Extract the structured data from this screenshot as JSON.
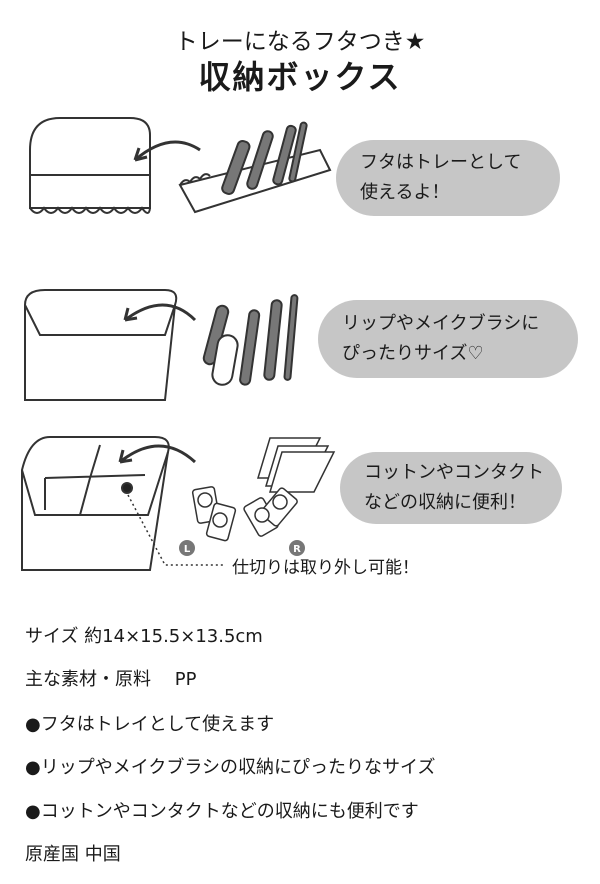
{
  "header": {
    "subtitle": "トレーになるフタつき★",
    "title": "収納ボックス"
  },
  "bubbles": [
    {
      "line1": "フタはトレーとして",
      "line2": "使えるよ！"
    },
    {
      "line1": "リップやメイクブラシに",
      "line2": "ぴったりサイズ♡"
    },
    {
      "line1": "コットンやコンタクト",
      "line2": "などの収納に便利！"
    }
  ],
  "divider_note": "仕切りは取り外し可能！",
  "lens_labels": {
    "left": "L",
    "right": "R"
  },
  "specs": {
    "size": "サイズ 約14×15.5×13.5cm",
    "material": "主な素材・原料　 PP",
    "features": [
      "●フタはトレイとして使えます",
      "●リップやメイクブラシの収納にぴったりなサイズ",
      "●コットンやコンタクトなどの収納にも便利です"
    ],
    "origin": "原産国 中国"
  },
  "colors": {
    "bubble": "#c6c6c6",
    "line": "#333333",
    "item": "#777777"
  }
}
